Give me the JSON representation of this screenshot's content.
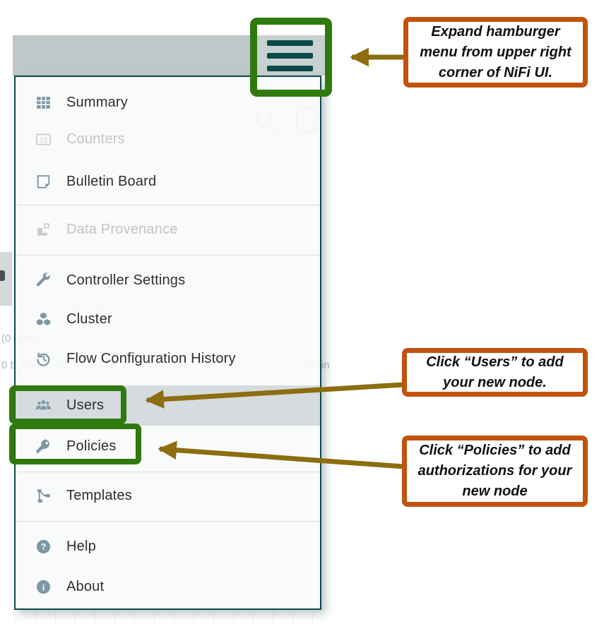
{
  "header": {
    "hamburger_icon": "hamburger-menu-icon"
  },
  "menu": {
    "items": [
      {
        "label": "Summary",
        "icon": "summary-table-icon",
        "state": "normal",
        "divider_after": false
      },
      {
        "label": "Counters",
        "icon": "counters-icon",
        "state": "disabled",
        "divider_after": false
      },
      {
        "label": "Bulletin Board",
        "icon": "bulletin-board-icon",
        "state": "normal",
        "divider_after": true
      },
      {
        "label": "Data Provenance",
        "icon": "data-provenance-icon",
        "state": "disabled",
        "divider_after": true
      },
      {
        "label": "Controller Settings",
        "icon": "controller-settings-icon",
        "state": "normal",
        "divider_after": false
      },
      {
        "label": "Cluster",
        "icon": "cluster-icon",
        "state": "normal",
        "divider_after": false
      },
      {
        "label": "Flow Configuration History",
        "icon": "history-icon",
        "state": "normal",
        "divider_after": false
      },
      {
        "label": "Users",
        "icon": "users-icon",
        "state": "highlighted",
        "divider_after": false
      },
      {
        "label": "Policies",
        "icon": "key-icon",
        "state": "normal",
        "divider_after": true
      },
      {
        "label": "Templates",
        "icon": "template-icon",
        "state": "normal",
        "divider_after": true
      },
      {
        "label": "Help",
        "icon": "help-icon",
        "state": "normal",
        "divider_after": false
      },
      {
        "label": "About",
        "icon": "about-icon",
        "state": "normal",
        "divider_after": false
      }
    ]
  },
  "annotations": [
    {
      "text": "Expand hamburger\nmenu from upper right\ncorner of NiFi UI."
    },
    {
      "text": "Click “Users” to add\nyour new node."
    },
    {
      "text": "Click “Policies” to add\nauthorizations for your\nnew node"
    }
  ],
  "ghost_background": {
    "search_icon": "search-icon",
    "texts": [
      "(0 bytes)",
      "0 bytes) → 0",
      "5 min",
      "0      0      0"
    ]
  },
  "colors": {
    "nifi_teal": "#0b4a4c",
    "header_bar": "#bdc8c8",
    "menu_icon_slate": "#7e97a5",
    "highlight_row": "#d5dbde",
    "annotation_green": "#2f7a0e",
    "annotation_orange": "#c2530f",
    "arrow_olive": "#8c6d10"
  }
}
